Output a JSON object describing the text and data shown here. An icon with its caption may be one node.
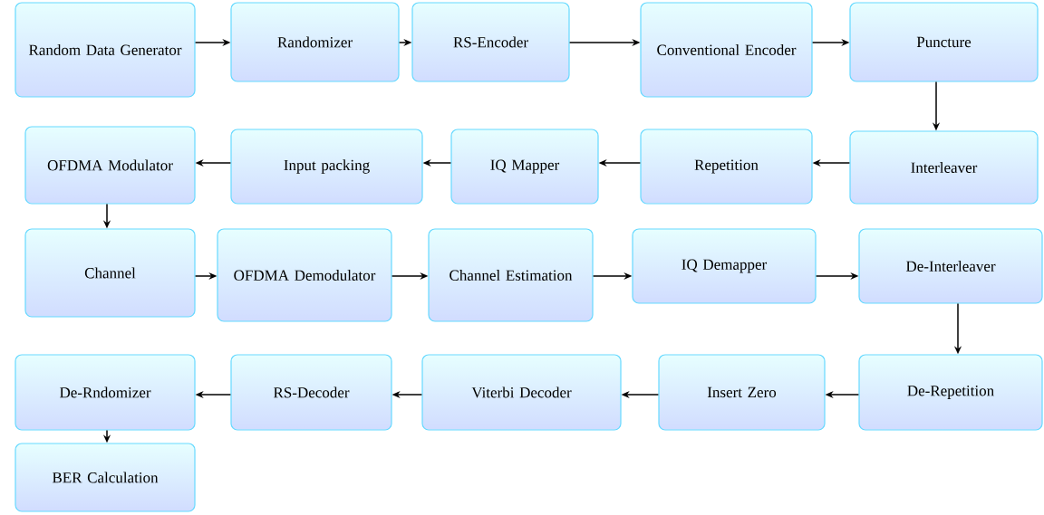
{
  "diagram": {
    "nodes": [
      {
        "text": [
          "Random Data Generator"
        ]
      },
      {
        "text": [
          "Randomizer"
        ]
      },
      {
        "text": [
          "RS-Encoder"
        ]
      },
      {
        "text": [
          "Conventional Encoder"
        ]
      },
      {
        "text": [
          "Puncture"
        ]
      },
      {
        "text": [
          "Interleaver"
        ]
      },
      {
        "text": [
          "Repetition"
        ]
      },
      {
        "text": [
          "IQ Mapper"
        ]
      },
      {
        "text": [
          "Input packing"
        ]
      },
      {
        "text": [
          "OFDMA Modulator"
        ]
      },
      {
        "text": [
          "Channel"
        ]
      },
      {
        "text": [
          "OFDMA Demodulator"
        ]
      },
      {
        "text": [
          "Channel Estimation"
        ]
      },
      {
        "text": [
          "IQ Demapper"
        ]
      },
      {
        "text": [
          "De-Interleaver"
        ]
      },
      {
        "text": [
          "De-Repetition"
        ]
      },
      {
        "text": [
          "Insert Zero"
        ]
      },
      {
        "text": [
          "Viterbi Decoder"
        ]
      },
      {
        "text": [
          "RS-Decoder"
        ]
      },
      {
        "text": [
          "De-Rndomizer"
        ]
      },
      {
        "text": [
          "BER Calculation"
        ]
      }
    ],
    "edges": [
      {
        "from": 0,
        "to": 1,
        "arrow": "to"
      },
      {
        "from": 1,
        "to": 2,
        "arrow": "to"
      },
      {
        "from": 2,
        "to": 3,
        "arrow": "to"
      },
      {
        "from": 3,
        "to": 4,
        "arrow": "to"
      },
      {
        "from": 4,
        "to": 5,
        "arrow": "to"
      },
      {
        "from": 5,
        "to": 6,
        "arrow": "to"
      },
      {
        "from": 6,
        "to": 7,
        "arrow": "to"
      },
      {
        "from": 7,
        "to": 8,
        "arrow": "to"
      },
      {
        "from": 8,
        "to": 9,
        "arrow": "to"
      },
      {
        "from": 9,
        "to": 10,
        "arrow": "to"
      },
      {
        "from": 10,
        "to": 11,
        "arrow": "to"
      },
      {
        "from": 11,
        "to": 12,
        "arrow": "to"
      },
      {
        "from": 12,
        "to": 13,
        "arrow": "to"
      },
      {
        "from": 13,
        "to": 14,
        "arrow": "to"
      },
      {
        "from": 14,
        "to": 15,
        "arrow": "to"
      },
      {
        "from": 15,
        "to": 16,
        "arrow": "to"
      },
      {
        "from": 16,
        "to": 17,
        "arrow": "to"
      },
      {
        "from": 17,
        "to": 18,
        "arrow": "to"
      },
      {
        "from": 18,
        "to": 19,
        "arrow": "to"
      },
      {
        "from": 19,
        "to": 20,
        "arrow": "to"
      }
    ]
  }
}
